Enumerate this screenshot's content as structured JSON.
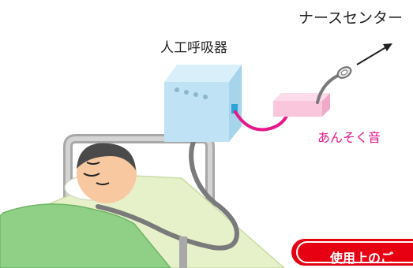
{
  "labels": {
    "nurse_center": "ナースセンター",
    "ventilator": "人工呼吸器",
    "anzoku_sound": "あんそく音"
  },
  "caution_banner": {
    "text": "使用上のご"
  },
  "colors": {
    "ventilator_body": "#bfe3f4",
    "alarm_box": "#f9c6dc",
    "pink_cable": "#e6178b",
    "gray_tube": "#7a7a7a",
    "blanket": "#8fcf86",
    "mattress": "#e6f1c9",
    "face": "#f8c9a0",
    "hair": "#4a4a4a",
    "banner_red": "#e60012",
    "anzoku_text": "#e6178b"
  }
}
